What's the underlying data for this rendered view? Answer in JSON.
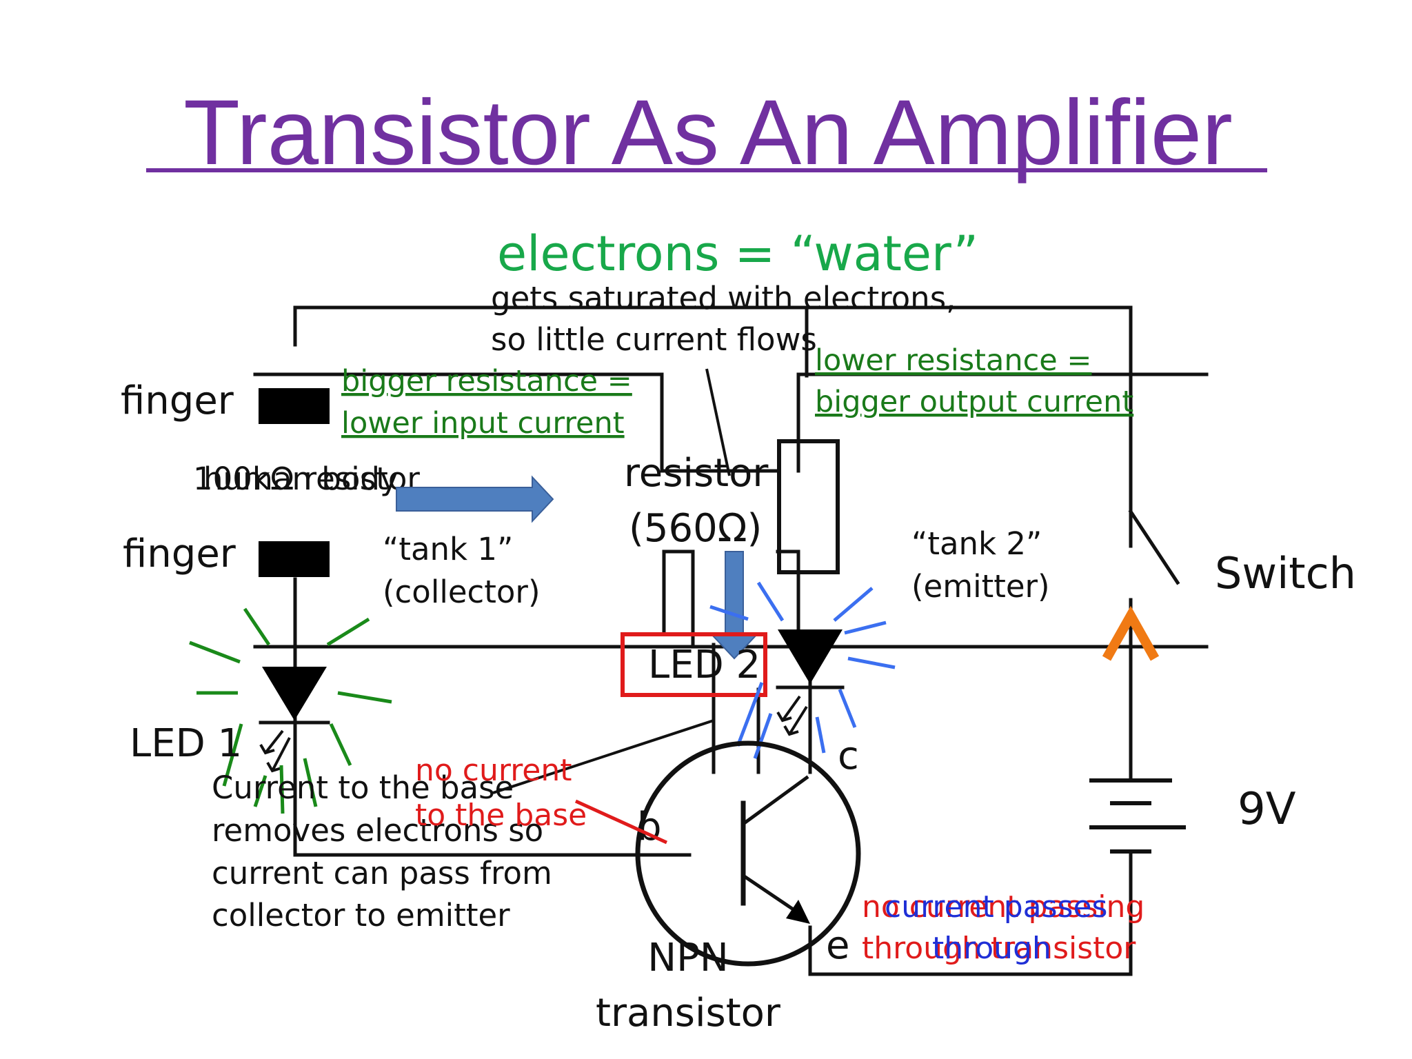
{
  "title": "Transistor As An Amplifier",
  "colors": {
    "title": "#7030a0",
    "subtitle": "#18a84a",
    "annotation_green": "#1a7a1a",
    "annotation_red": "#e01b1b",
    "annotation_blue": "#1f2fd6",
    "arrow": "#4f7fbf",
    "led_box": "#e01b1b",
    "switch_arrow": "#f07a14",
    "glow_green": "#1a8a1a",
    "glow_blue": "#3b6ff0"
  },
  "labels": {
    "subtitle": "electrons = “water”",
    "saturated_1": "gets saturated with electrons,",
    "saturated_2": "so little current flows",
    "bigger_resistance_1": "bigger resistance =",
    "bigger_resistance_2": "lower input current",
    "lower_resistance_1": "lower resistance =",
    "lower_resistance_2": "bigger output current",
    "finger_top": "finger",
    "finger_bottom": "finger",
    "resistor_100k": "100kΩ resistor",
    "human_body": "human body",
    "resistor_1": "resistor",
    "resistor_2": "(560Ω)",
    "tank1_1": "“tank 1”",
    "tank1_2": "(collector)",
    "tank2_1": "“tank 2”",
    "tank2_2": "(emitter)",
    "switch": "Switch",
    "led1": "LED 1",
    "led2": "LED 2",
    "base_current_1": "Current to the base",
    "base_current_2": "removes electrons so",
    "base_current_3": "current can pass from",
    "base_current_4": "collector to emitter",
    "no_current_1": "no current",
    "no_current_2": "to the base",
    "pin_b": "b",
    "pin_c": "c",
    "pin_e": "e",
    "battery": "9V",
    "npn_1": "NPN",
    "npn_2": "transistor",
    "no_current_passing_1": "no current passing",
    "no_current_passing_2": "through transistor",
    "current_passes_1": "current passes",
    "current_passes_2": "through"
  }
}
